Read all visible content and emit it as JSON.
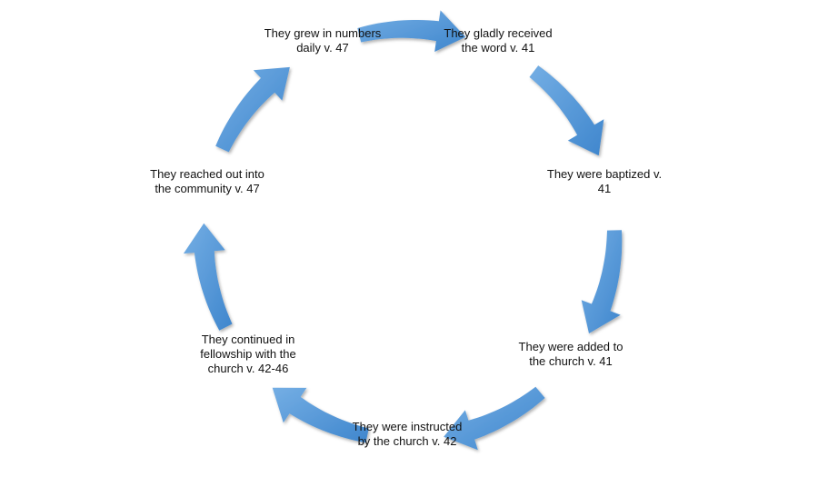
{
  "diagram": {
    "type": "cycle",
    "colors": {
      "arrow_light": "#74aee4",
      "arrow_dark": "#3f86cd",
      "text": "#111111"
    },
    "nodes": [
      {
        "label": "They gladly received the word v. 41"
      },
      {
        "label": "They were baptized v. 41"
      },
      {
        "label": "They were added to the church v. 41"
      },
      {
        "label": "They were instructed by the church v. 42"
      },
      {
        "label": "They continued in fellowship with the church v. 42-46"
      },
      {
        "label": "They reached out into the community v. 47"
      },
      {
        "label": "They grew in numbers daily v. 47"
      }
    ]
  }
}
